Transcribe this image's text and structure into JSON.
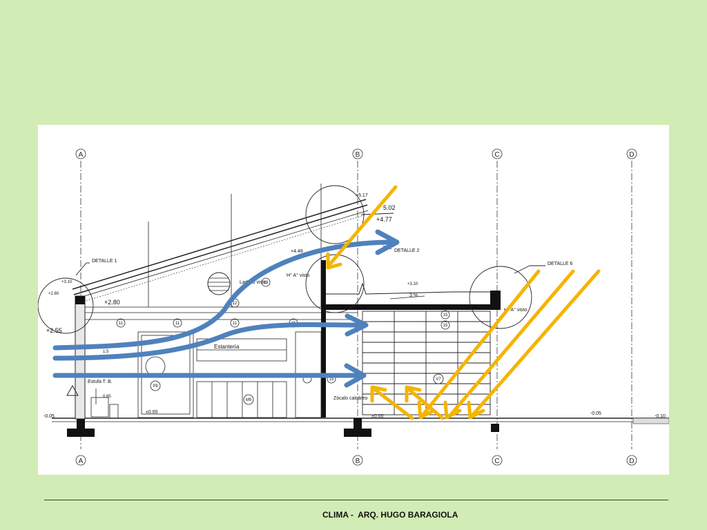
{
  "slide": {
    "footer": "CLIMA -  ARQ. HUGO BARAGIOLA"
  },
  "drawing": {
    "grid_axes": [
      "A",
      "B",
      "C",
      "D"
    ],
    "details": {
      "d1": "DETALLE 1",
      "d2": "DETALLE 2",
      "d6": "DETALLE 6"
    },
    "levels": {
      "a": "+5.17",
      "b": "5.02",
      "c": "+4.77",
      "d": "+4.48",
      "e": "+3.10",
      "f": "+3.10",
      "g": "+2.80",
      "h": "+2.80",
      "i": "+2.55",
      "j": "±0.00",
      "k": "±0.00",
      "l": "-0.05",
      "m": "-0.05",
      "n": "-0.10"
    },
    "labels": {
      "estanteria": "Estantería",
      "ladrillo": "Ladrillo visto",
      "ha_visto_1": "H° A° visto",
      "ha_visto_2": "H° A° visto",
      "slope": "3 %",
      "estufa": "Estufa T. B.",
      "zocalo": "Zócalo calcáreo",
      "dim_a": "1.5",
      "dim_b": "0.85"
    },
    "tags": [
      "11",
      "11",
      "11",
      "12",
      "13",
      "15",
      "15",
      "15",
      "15",
      "M9",
      "P8",
      "V7"
    ],
    "arrow_colors": {
      "wind": "#4f81bd",
      "sun": "#f5b400"
    }
  }
}
